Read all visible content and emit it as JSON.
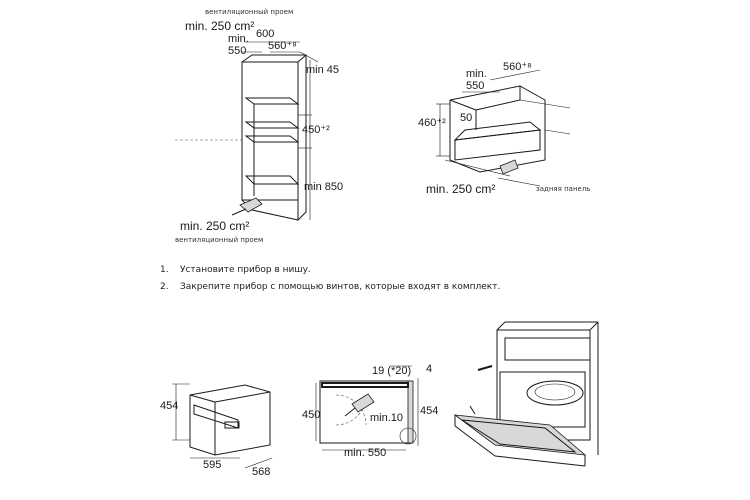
{
  "fig1": {
    "vent_top": "вентиляционный проем",
    "area_top": "min. 250 cm²",
    "width_600": "600",
    "min_550_a": "min.",
    "min_550_b": "550",
    "w_560": "560⁺⁸",
    "min45": "min 45",
    "h450": "450⁺²",
    "min850": "min 850",
    "area_bottom": "min. 250 cm²",
    "vent_bottom": "вентиляционный проем"
  },
  "fig2": {
    "min_a": "min.",
    "min_b": "550",
    "w_560": "560⁺⁸",
    "d50": "50",
    "h460": "460⁺²",
    "area": "min. 250 cm²",
    "rear_panel": "задняя панель"
  },
  "steps": [
    {
      "num": "1.",
      "text": "Установите прибор в нишу."
    },
    {
      "num": "2.",
      "text": "Закрепите прибор с помощью винтов, которые входят в комплект."
    }
  ],
  "fig3": {
    "h454": "454",
    "w595": "595",
    "d568": "568"
  },
  "fig4": {
    "d19": "19 (*20)",
    "d4": "4",
    "h450": "450",
    "h454": "454",
    "min10": "min.10",
    "min550": "min. 550"
  }
}
